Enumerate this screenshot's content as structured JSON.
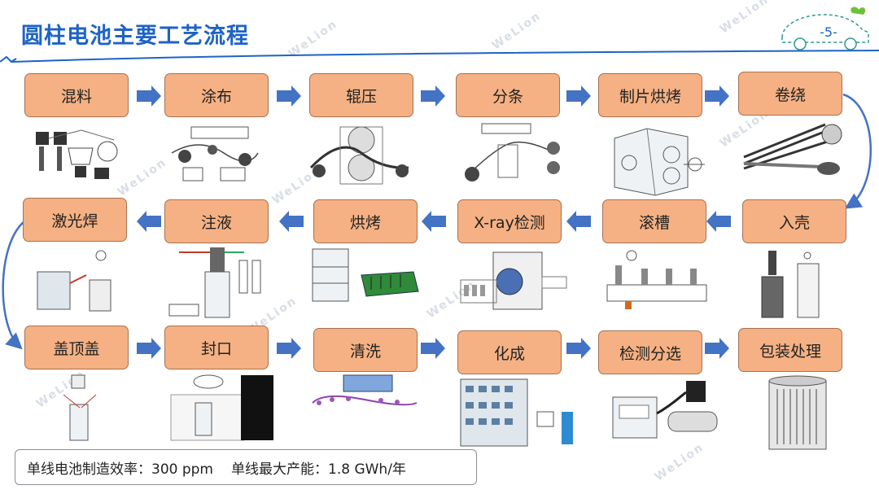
{
  "header": {
    "title": "圆柱电池主要工艺流程",
    "page_number": "-5-"
  },
  "steps": [
    {
      "label": "混料"
    },
    {
      "label": "涂布"
    },
    {
      "label": "辊压"
    },
    {
      "label": "分条"
    },
    {
      "label": "制片烘烤"
    },
    {
      "label": "卷绕"
    },
    {
      "label": "入壳"
    },
    {
      "label": "滚槽"
    },
    {
      "label": "X-ray检测"
    },
    {
      "label": "烘烤"
    },
    {
      "label": "注液"
    },
    {
      "label": "激光焊"
    },
    {
      "label": "盖顶盖"
    },
    {
      "label": "封口"
    },
    {
      "label": "清洗"
    },
    {
      "label": "化成"
    },
    {
      "label": "检测分选"
    },
    {
      "label": "包装处理"
    }
  ],
  "footer": {
    "efficiency": "单线电池制造效率：300 ppm",
    "capacity": "单线最大产能：1.8 GWh/年"
  },
  "watermark": "WeLion",
  "colors": {
    "title": "#1e63c6",
    "step_fill": "#f5b183",
    "step_border": "#a77152",
    "arrow": "#4472c4"
  }
}
